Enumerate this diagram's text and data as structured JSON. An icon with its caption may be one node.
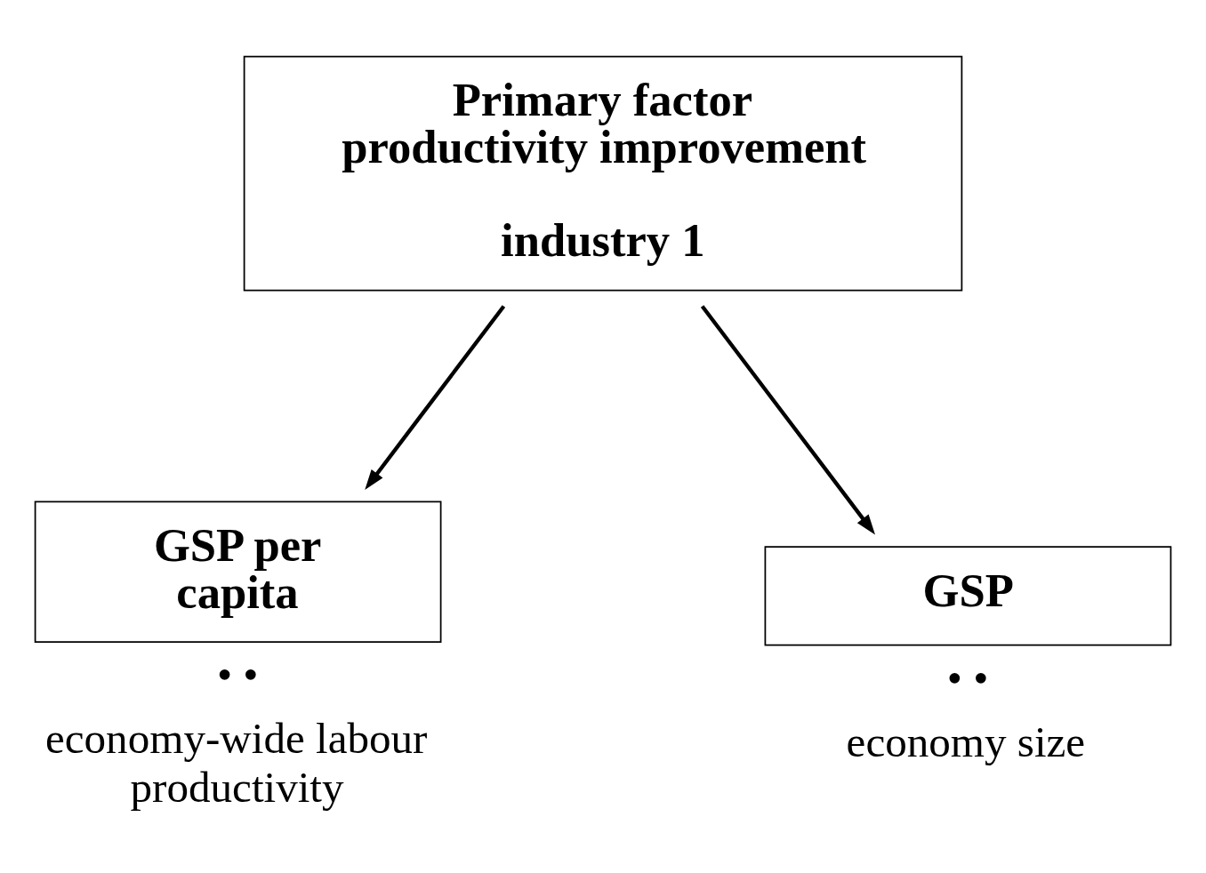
{
  "diagram": {
    "nodes": [
      {
        "text": [
          "Primary factor productivity improvement",
          "industry 1"
        ]
      },
      {
        "text": [
          "GSP per capita"
        ],
        "beside": [
          "• •",
          "economy-wide labour productivity"
        ]
      },
      {
        "text": [
          "GSP"
        ],
        "beside": [
          "• •",
          "economy size"
        ]
      }
    ],
    "edges": [
      {
        "from": 0,
        "to": 1,
        "arrow": "to"
      },
      {
        "from": 0,
        "to": 2,
        "arrow": "to"
      }
    ]
  }
}
